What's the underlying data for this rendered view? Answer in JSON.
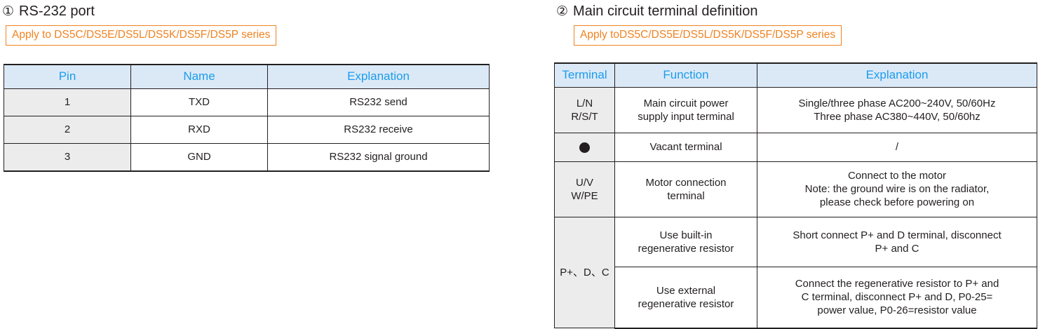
{
  "sections": [
    {
      "number": "①",
      "title": "RS-232 port",
      "badge": "Apply to DS5C/DS5E/DS5L/DS5K/DS5F/DS5P series",
      "table": {
        "headers": [
          "Pin",
          "Name",
          "Explanation"
        ],
        "rows": [
          {
            "pin": "1",
            "name": "TXD",
            "explanation": "RS232 send"
          },
          {
            "pin": "2",
            "name": "RXD",
            "explanation": "RS232 receive"
          },
          {
            "pin": "3",
            "name": "GND",
            "explanation": "RS232 signal ground"
          }
        ]
      }
    },
    {
      "number": "②",
      "title": "Main circuit terminal definition",
      "badge": "Apply toDS5C/DS5E/DS5L/DS5K/DS5F/DS5P series",
      "table": {
        "headers": [
          "Terminal",
          "Function",
          "Explanation"
        ],
        "rows": [
          {
            "terminal": "L/N\nR/S/T",
            "function": "Main circuit power\nsupply input terminal",
            "explanation": "Single/three phase AC200~240V, 50/60Hz\nThree phase AC380~440V, 50/60hz"
          },
          {
            "terminal": "dot-icon",
            "function": "Vacant terminal",
            "explanation": "/"
          },
          {
            "terminal": "U/V\nW/PE",
            "function": "Motor connection\nterminal",
            "explanation": "Connect to the motor\nNote: the ground wire is on the radiator,\nplease check before powering on"
          },
          {
            "terminal": "P+、D、C",
            "function": "Use built-in\nregenerative resistor",
            "explanation": "Short connect P+ and D terminal, disconnect\nP+ and C"
          },
          {
            "terminal": "",
            "function": "Use external\nregenerative resistor",
            "explanation": "Connect the regenerative resistor to P+ and\nC terminal, disconnect P+ and D, P0-25=\npower value, P0-26=resistor value"
          }
        ]
      }
    }
  ],
  "colors": {
    "header_bg": "#dbe9f7",
    "header_text": "#1b9cec",
    "badge_border": "#f08322",
    "badge_text": "#f08322",
    "shade_bg": "#ececec",
    "rule": "#231f20"
  }
}
